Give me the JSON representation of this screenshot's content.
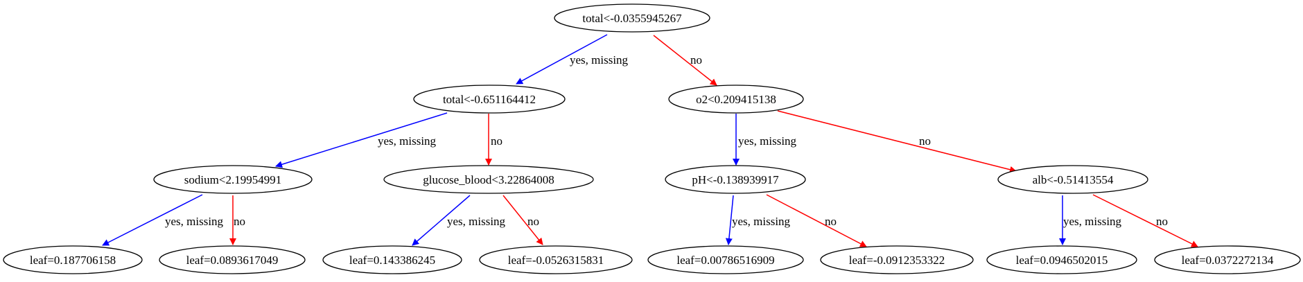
{
  "colors": {
    "yes_edge": "#0000ff",
    "no_edge": "#ff0000",
    "node_stroke": "#000000"
  },
  "nodes": [
    {
      "id": "n0",
      "label": "total<-0.0355945267"
    },
    {
      "id": "n1",
      "label": "total<-0.651164412"
    },
    {
      "id": "n2",
      "label": "o2<0.209415138"
    },
    {
      "id": "n3",
      "label": "sodium<2.19954991"
    },
    {
      "id": "n4",
      "label": "glucose_blood<3.22864008"
    },
    {
      "id": "n5",
      "label": "pH<-0.138939917"
    },
    {
      "id": "n6",
      "label": "alb<-0.51413554"
    },
    {
      "id": "n7",
      "label": "leaf=0.187706158"
    },
    {
      "id": "n8",
      "label": "leaf=0.0893617049"
    },
    {
      "id": "n9",
      "label": "leaf=0.143386245"
    },
    {
      "id": "n10",
      "label": "leaf=-0.0526315831"
    },
    {
      "id": "n11",
      "label": "leaf=0.00786516909"
    },
    {
      "id": "n12",
      "label": "leaf=-0.0912353322"
    },
    {
      "id": "n13",
      "label": "leaf=0.0946502015"
    },
    {
      "id": "n14",
      "label": "leaf=0.0372272134"
    }
  ],
  "edges": [
    {
      "from": "n0",
      "to": "n1",
      "kind": "yes",
      "label": "yes, missing"
    },
    {
      "from": "n0",
      "to": "n2",
      "kind": "no",
      "label": "no"
    },
    {
      "from": "n1",
      "to": "n3",
      "kind": "yes",
      "label": "yes, missing"
    },
    {
      "from": "n1",
      "to": "n4",
      "kind": "no",
      "label": "no"
    },
    {
      "from": "n2",
      "to": "n5",
      "kind": "yes",
      "label": "yes, missing"
    },
    {
      "from": "n2",
      "to": "n6",
      "kind": "no",
      "label": "no"
    },
    {
      "from": "n3",
      "to": "n7",
      "kind": "yes",
      "label": "yes, missing"
    },
    {
      "from": "n3",
      "to": "n8",
      "kind": "no",
      "label": "no"
    },
    {
      "from": "n4",
      "to": "n9",
      "kind": "yes",
      "label": "yes, missing"
    },
    {
      "from": "n4",
      "to": "n10",
      "kind": "no",
      "label": "no"
    },
    {
      "from": "n5",
      "to": "n11",
      "kind": "yes",
      "label": "yes, missing"
    },
    {
      "from": "n5",
      "to": "n12",
      "kind": "no",
      "label": "no"
    },
    {
      "from": "n6",
      "to": "n13",
      "kind": "yes",
      "label": "yes, missing"
    },
    {
      "from": "n6",
      "to": "n14",
      "kind": "no",
      "label": "no"
    }
  ]
}
